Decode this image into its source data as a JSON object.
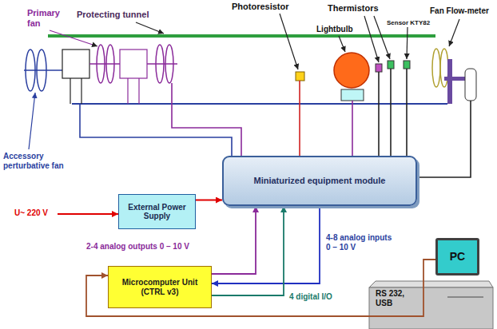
{
  "diagram": {
    "nodes": [
      {
        "text": [
          "Miniaturized equipment module"
        ]
      },
      {
        "text": [
          "External Power Supply"
        ]
      },
      {
        "text": [
          "Microcomputer Unit (CTRL v3)"
        ]
      },
      {
        "text": [
          "PC"
        ]
      }
    ],
    "edges": [
      {
        "from": 1,
        "to": 0,
        "arrow": "to"
      },
      {
        "from": 2,
        "to": 0,
        "arrow": "to"
      },
      {
        "from": 0,
        "to": 2,
        "arrow": "to"
      },
      {
        "from": 2,
        "to": 0,
        "arrow": "to"
      },
      {
        "from": 3,
        "to": 2,
        "arrow": "to"
      }
    ],
    "labels": [
      "Photoresistor",
      "Primary fan",
      "Protecting tunnel",
      "Thermistors",
      "Lightbulb",
      "Sensor KTY82",
      "Fan Flow-meter",
      "Accessory perturbative fan",
      "U~ 220 V",
      "2-4 analog outputs 0 – 10 V",
      "4-8 analog inputs 0 – 10 V",
      "4 digital I/O",
      "RS 232, USB"
    ]
  }
}
